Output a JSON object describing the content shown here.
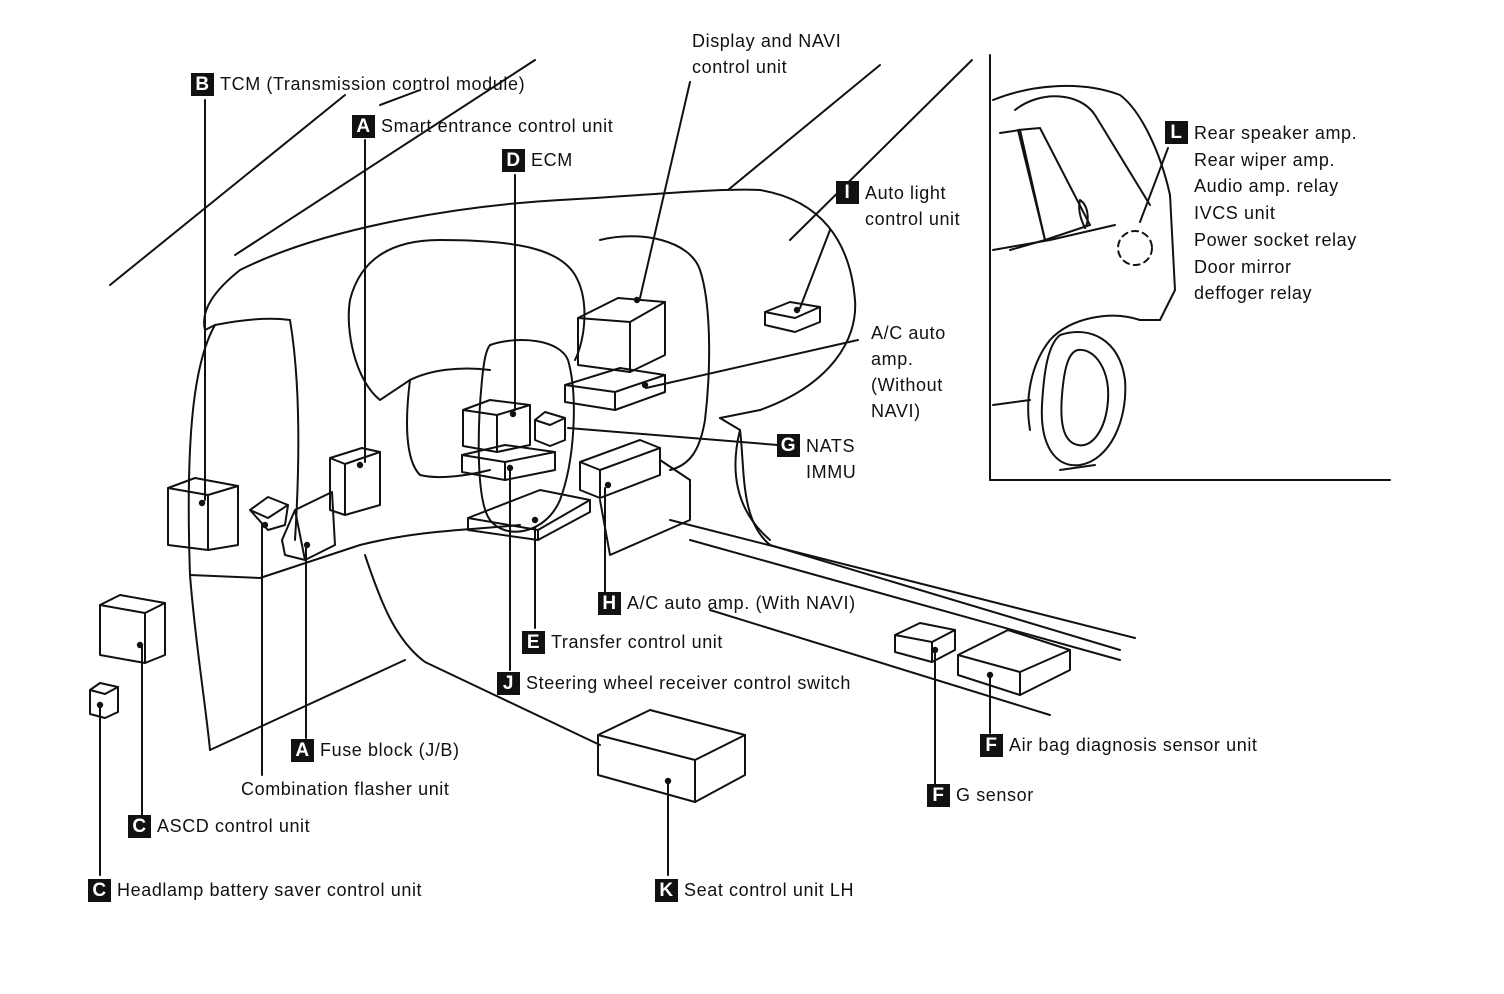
{
  "labels": {
    "display_navi": {
      "text": "Display and NAVI\ncontrol unit"
    },
    "tcm": {
      "letter": "B",
      "text": "TCM (Transmission control module)"
    },
    "smart_entrance": {
      "letter": "A",
      "text": "Smart entrance control unit"
    },
    "ecm": {
      "letter": "D",
      "text": "ECM"
    },
    "auto_light": {
      "letter": "I",
      "text": "Auto light\ncontrol unit"
    },
    "rear_group": {
      "letter": "L",
      "text": "Rear speaker amp.\nRear wiper amp.\nAudio amp. relay\nIVCS unit\nPower socket relay\nDoor mirror\ndeffoger relay"
    },
    "ac_without_navi": {
      "text": "A/C auto\namp.\n(Without\nNAVI)"
    },
    "nats": {
      "letter": "G",
      "text": "NATS\nIMMU"
    },
    "ac_with_navi": {
      "letter": "H",
      "text": "A/C auto amp. (With NAVI)"
    },
    "transfer": {
      "letter": "E",
      "text": "Transfer control unit"
    },
    "steering": {
      "letter": "J",
      "text": "Steering wheel receiver control switch"
    },
    "fuse_block": {
      "letter": "A",
      "text": "Fuse block (J/B)"
    },
    "flasher": {
      "text": "Combination flasher unit"
    },
    "ascd": {
      "letter": "C",
      "text": "ASCD control unit"
    },
    "headlamp": {
      "letter": "C",
      "text": "Headlamp battery saver control unit"
    },
    "seat": {
      "letter": "K",
      "text": "Seat control unit LH"
    },
    "airbag": {
      "letter": "F",
      "text": "Air bag diagnosis sensor unit"
    },
    "g_sensor": {
      "letter": "F",
      "text": "G sensor"
    }
  }
}
